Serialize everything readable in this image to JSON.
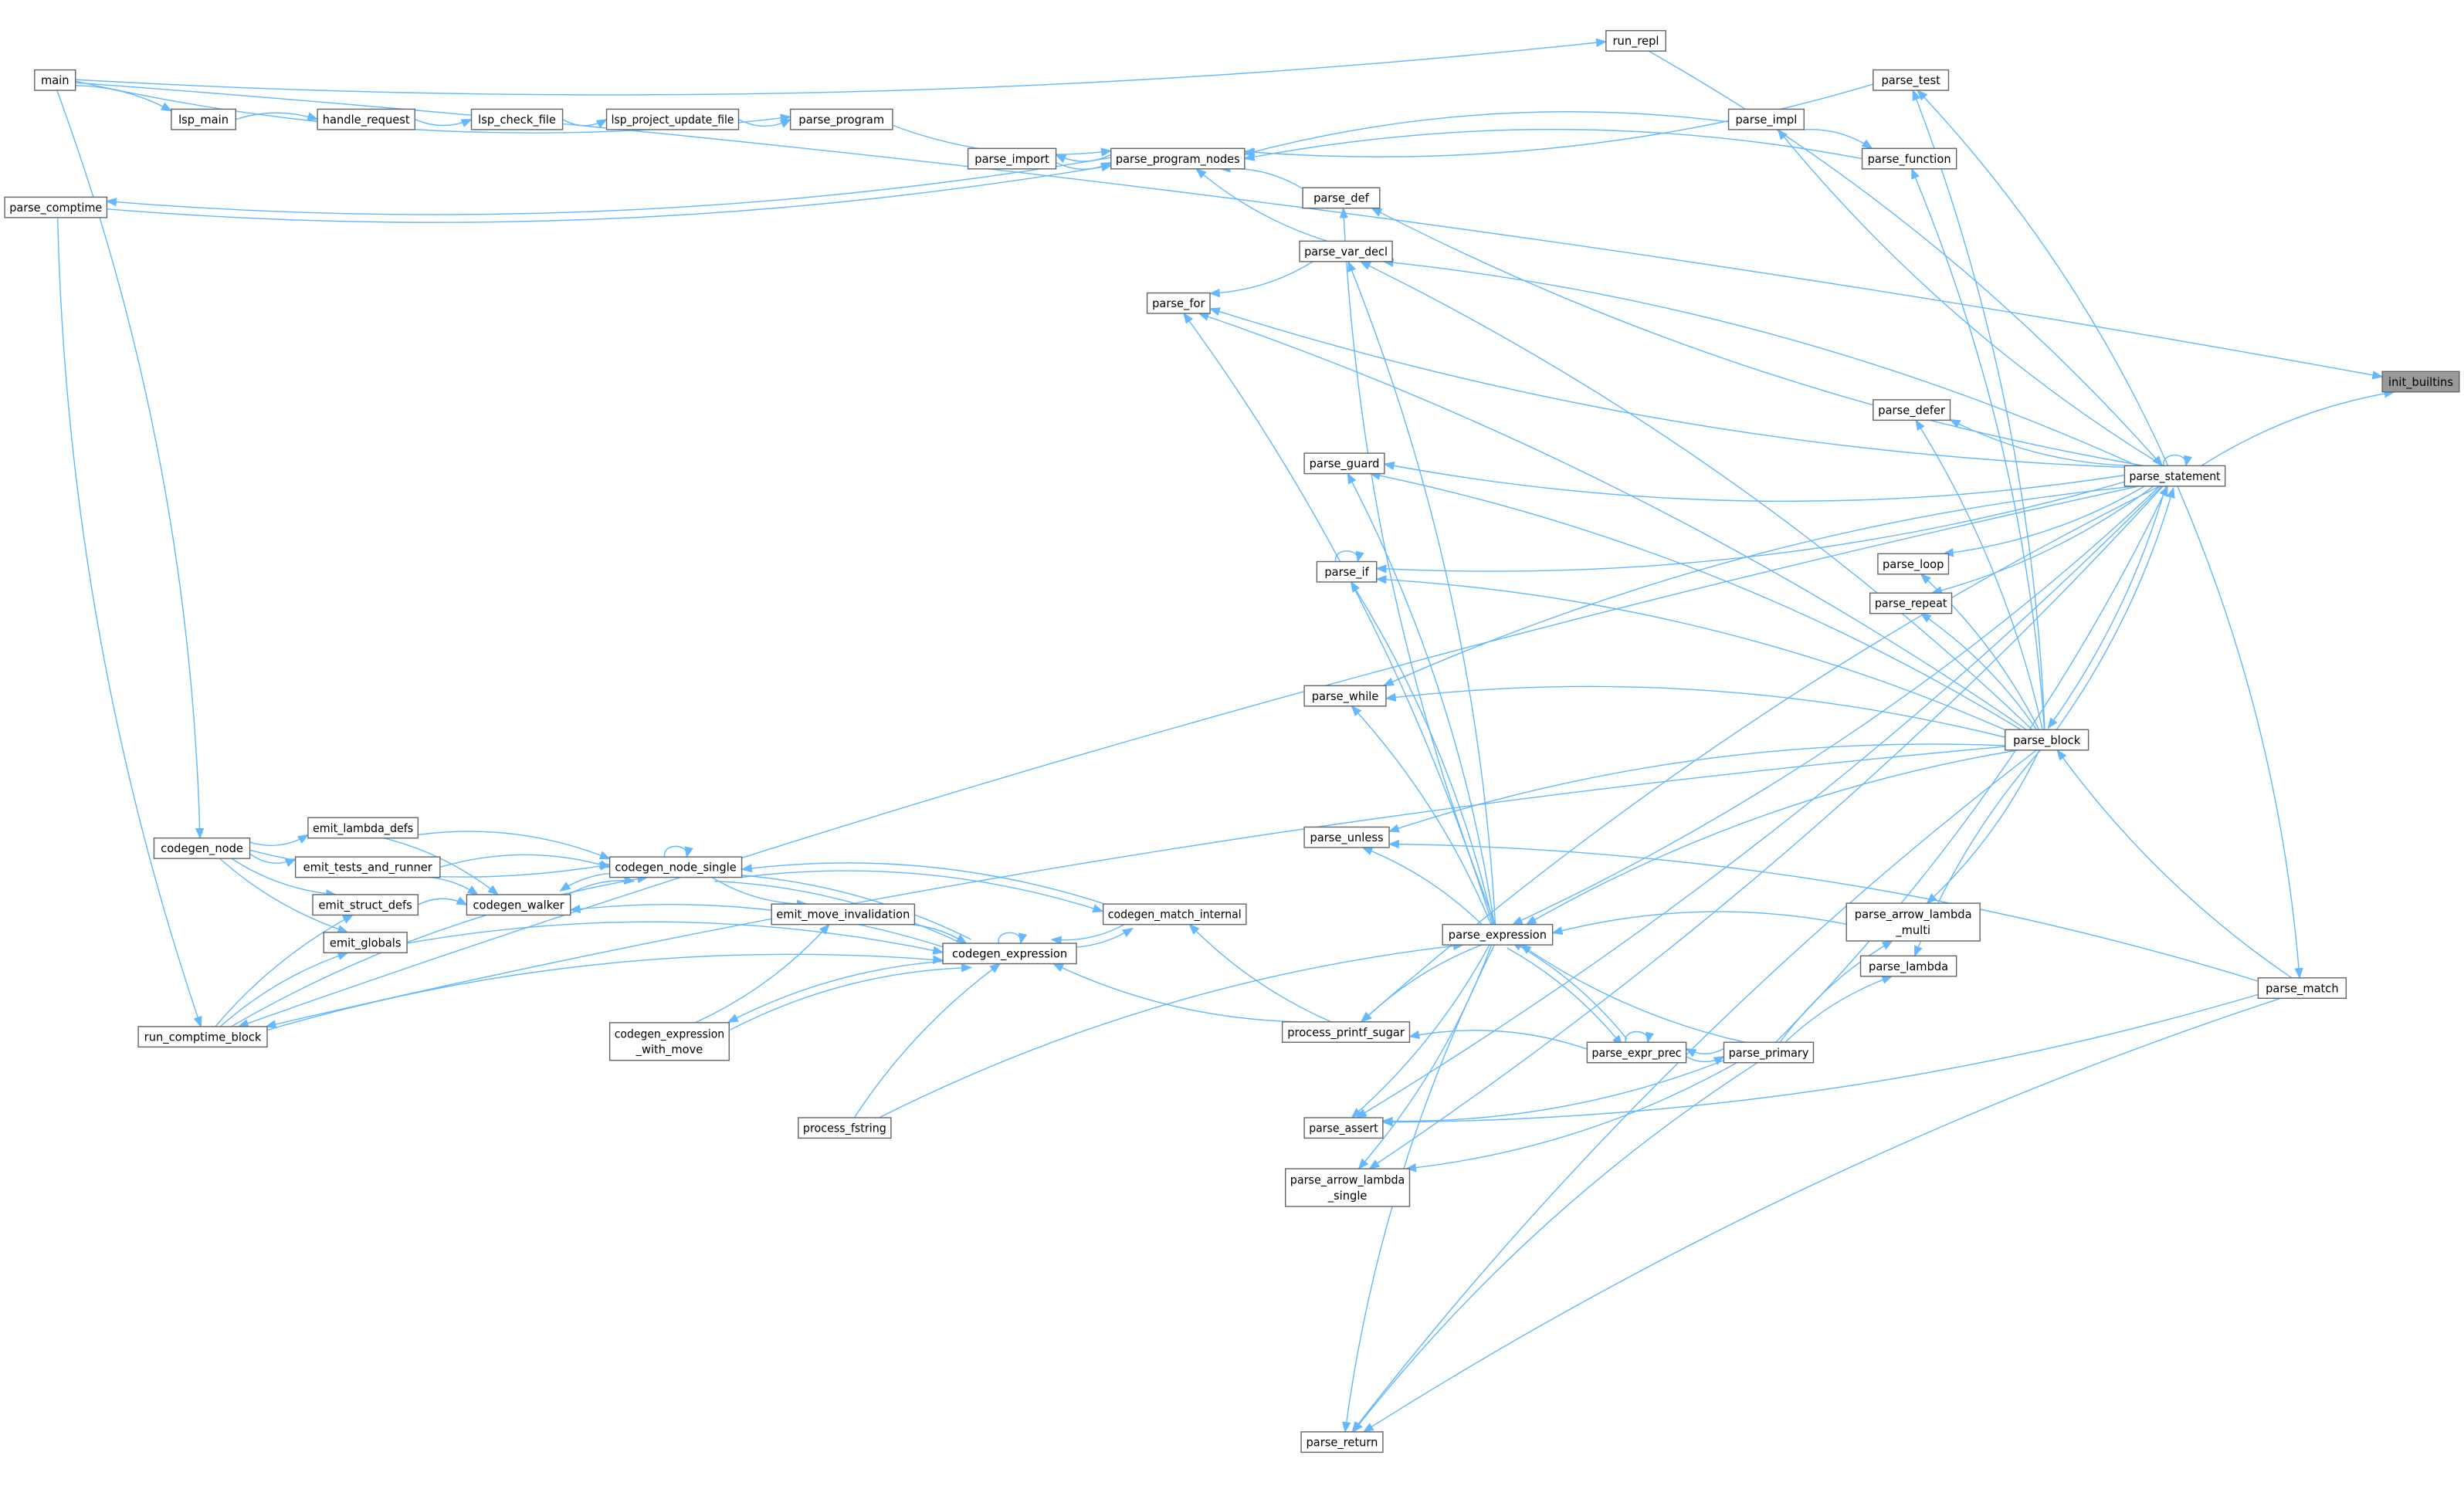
{
  "title": "init_builtins caller graph",
  "colors": {
    "edge": "#63b8ff",
    "node_border": "#666666",
    "root_fill": "#999999",
    "node_fill": "#ffffff"
  },
  "root": "init_builtins",
  "nodes": [
    {
      "id": "main",
      "label": [
        "main"
      ]
    },
    {
      "id": "lsp_main",
      "label": [
        "lsp_main"
      ]
    },
    {
      "id": "handle_request",
      "label": [
        "handle_request"
      ]
    },
    {
      "id": "lsp_check_file",
      "label": [
        "lsp_check_file"
      ]
    },
    {
      "id": "lsp_project_update_file",
      "label": [
        "lsp_project_update_file"
      ]
    },
    {
      "id": "parse_program",
      "label": [
        "parse_program"
      ]
    },
    {
      "id": "run_repl",
      "label": [
        "run_repl"
      ]
    },
    {
      "id": "parse_test",
      "label": [
        "parse_test"
      ]
    },
    {
      "id": "parse_impl",
      "label": [
        "parse_impl"
      ]
    },
    {
      "id": "parse_function",
      "label": [
        "parse_function"
      ]
    },
    {
      "id": "parse_import",
      "label": [
        "parse_import"
      ]
    },
    {
      "id": "parse_program_nodes",
      "label": [
        "parse_program_nodes"
      ]
    },
    {
      "id": "parse_comptime",
      "label": [
        "parse_comptime"
      ]
    },
    {
      "id": "parse_def",
      "label": [
        "parse_def"
      ]
    },
    {
      "id": "parse_var_decl",
      "label": [
        "parse_var_decl"
      ]
    },
    {
      "id": "parse_for",
      "label": [
        "parse_for"
      ]
    },
    {
      "id": "init_builtins",
      "label": [
        "init_builtins"
      ]
    },
    {
      "id": "parse_defer",
      "label": [
        "parse_defer"
      ]
    },
    {
      "id": "parse_statement",
      "label": [
        "parse_statement"
      ]
    },
    {
      "id": "parse_guard",
      "label": [
        "parse_guard"
      ]
    },
    {
      "id": "parse_if",
      "label": [
        "parse_if"
      ]
    },
    {
      "id": "parse_loop",
      "label": [
        "parse_loop"
      ]
    },
    {
      "id": "parse_repeat",
      "label": [
        "parse_repeat"
      ]
    },
    {
      "id": "parse_while",
      "label": [
        "parse_while"
      ]
    },
    {
      "id": "parse_block",
      "label": [
        "parse_block"
      ]
    },
    {
      "id": "parse_unless",
      "label": [
        "parse_unless"
      ]
    },
    {
      "id": "codegen_node",
      "label": [
        "codegen_node"
      ]
    },
    {
      "id": "emit_lambda_defs",
      "label": [
        "emit_lambda_defs"
      ]
    },
    {
      "id": "emit_tests_and_runner",
      "label": [
        "emit_tests_and_runner"
      ]
    },
    {
      "id": "codegen_node_single",
      "label": [
        "codegen_node_single"
      ]
    },
    {
      "id": "emit_struct_defs",
      "label": [
        "emit_struct_defs"
      ]
    },
    {
      "id": "codegen_walker",
      "label": [
        "codegen_walker"
      ]
    },
    {
      "id": "emit_globals",
      "label": [
        "emit_globals"
      ]
    },
    {
      "id": "emit_move_invalidation",
      "label": [
        "emit_move_invalidation"
      ]
    },
    {
      "id": "codegen_match_internal",
      "label": [
        "codegen_match_internal"
      ]
    },
    {
      "id": "codegen_expression",
      "label": [
        "codegen_expression"
      ]
    },
    {
      "id": "parse_expression",
      "label": [
        "parse_expression"
      ]
    },
    {
      "id": "parse_arrow_lambda_multi",
      "label": [
        "parse_arrow_lambda",
        "_multi"
      ]
    },
    {
      "id": "parse_lambda",
      "label": [
        "parse_lambda"
      ]
    },
    {
      "id": "parse_match",
      "label": [
        "parse_match"
      ]
    },
    {
      "id": "run_comptime_block",
      "label": [
        "run_comptime_block"
      ]
    },
    {
      "id": "codegen_expression_with_move",
      "label": [
        "codegen_expression",
        "_with_move"
      ]
    },
    {
      "id": "process_printf_sugar",
      "label": [
        "process_printf_sugar"
      ]
    },
    {
      "id": "parse_expr_prec",
      "label": [
        "parse_expr_prec"
      ]
    },
    {
      "id": "parse_primary",
      "label": [
        "parse_primary"
      ]
    },
    {
      "id": "process_fstring",
      "label": [
        "process_fstring"
      ]
    },
    {
      "id": "parse_assert",
      "label": [
        "parse_assert"
      ]
    },
    {
      "id": "parse_arrow_lambda_single",
      "label": [
        "parse_arrow_lambda",
        "_single"
      ]
    },
    {
      "id": "parse_return",
      "label": [
        "parse_return"
      ]
    }
  ],
  "edges": [
    [
      "main",
      "lsp_main"
    ],
    [
      "main",
      "parse_program"
    ],
    [
      "main",
      "run_repl"
    ],
    [
      "main",
      "init_builtins"
    ],
    [
      "main",
      "codegen_node"
    ],
    [
      "lsp_main",
      "handle_request"
    ],
    [
      "handle_request",
      "lsp_check_file"
    ],
    [
      "lsp_check_file",
      "lsp_project_update_file"
    ],
    [
      "lsp_project_update_file",
      "parse_program"
    ],
    [
      "parse_program",
      "parse_program_nodes"
    ],
    [
      "parse_program_nodes",
      "parse_import"
    ],
    [
      "parse_import",
      "parse_program_nodes"
    ],
    [
      "parse_program_nodes",
      "parse_comptime"
    ],
    [
      "parse_comptime",
      "parse_program_nodes"
    ],
    [
      "parse_test",
      "parse_program_nodes"
    ],
    [
      "parse_impl",
      "parse_program_nodes"
    ],
    [
      "parse_function",
      "parse_program_nodes"
    ],
    [
      "parse_def",
      "parse_program_nodes"
    ],
    [
      "parse_var_decl",
      "parse_program_nodes"
    ],
    [
      "parse_impl",
      "parse_function"
    ],
    [
      "parse_var_decl",
      "parse_for"
    ],
    [
      "run_repl",
      "parse_statement"
    ],
    [
      "parse_statement",
      "parse_test"
    ],
    [
      "parse_statement",
      "parse_impl"
    ],
    [
      "parse_statement",
      "parse_def"
    ],
    [
      "parse_statement",
      "parse_var_decl"
    ],
    [
      "parse_statement",
      "parse_for"
    ],
    [
      "parse_statement",
      "parse_guard"
    ],
    [
      "parse_statement",
      "parse_defer"
    ],
    [
      "parse_statement",
      "parse_if"
    ],
    [
      "parse_statement",
      "parse_loop"
    ],
    [
      "parse_statement",
      "parse_repeat"
    ],
    [
      "parse_statement",
      "parse_while"
    ],
    [
      "parse_statement",
      "parse_statement"
    ],
    [
      "parse_statement",
      "init_builtins"
    ],
    [
      "parse_statement",
      "parse_match"
    ],
    [
      "parse_statement",
      "run_comptime_block"
    ],
    [
      "parse_statement",
      "parse_block"
    ],
    [
      "parse_block",
      "parse_statement"
    ],
    [
      "parse_block",
      "parse_test"
    ],
    [
      "parse_block",
      "parse_function"
    ],
    [
      "parse_block",
      "parse_defer"
    ],
    [
      "parse_block",
      "parse_loop"
    ],
    [
      "parse_block",
      "parse_repeat"
    ],
    [
      "parse_block",
      "parse_if"
    ],
    [
      "parse_block",
      "parse_while"
    ],
    [
      "parse_block",
      "parse_for"
    ],
    [
      "parse_block",
      "parse_guard"
    ],
    [
      "parse_block",
      "parse_var_decl"
    ],
    [
      "parse_block",
      "parse_unless"
    ],
    [
      "parse_block",
      "parse_arrow_lambda_multi"
    ],
    [
      "parse_block",
      "parse_lambda"
    ],
    [
      "parse_block",
      "run_comptime_block"
    ],
    [
      "parse_block",
      "parse_return"
    ],
    [
      "parse_block",
      "parse_expression"
    ],
    [
      "parse_match",
      "parse_block"
    ],
    [
      "parse_match",
      "parse_unless"
    ],
    [
      "parse_match",
      "parse_assert"
    ],
    [
      "parse_match",
      "parse_return"
    ],
    [
      "parse_if",
      "parse_if"
    ],
    [
      "parse_expression",
      "parse_def"
    ],
    [
      "parse_expression",
      "parse_var_decl"
    ],
    [
      "parse_expression",
      "parse_guard"
    ],
    [
      "parse_expression",
      "parse_if"
    ],
    [
      "parse_expression",
      "parse_while"
    ],
    [
      "parse_expression",
      "parse_unless"
    ],
    [
      "parse_expression",
      "parse_for"
    ],
    [
      "parse_expression",
      "process_printf_sugar"
    ],
    [
      "parse_expression",
      "parse_expr_prec"
    ],
    [
      "parse_expr_prec",
      "parse_expression"
    ],
    [
      "parse_expr_prec",
      "parse_expr_prec"
    ],
    [
      "parse_expression",
      "parse_assert"
    ],
    [
      "parse_expression",
      "parse_arrow_lambda_single"
    ],
    [
      "parse_expression",
      "parse_return"
    ],
    [
      "process_fstring",
      "parse_expression"
    ],
    [
      "parse_arrow_lambda_multi",
      "parse_expression"
    ],
    [
      "parse_primary",
      "parse_expression"
    ],
    [
      "parse_statement",
      "parse_expression"
    ],
    [
      "parse_expr_prec",
      "parse_primary"
    ],
    [
      "parse_primary",
      "parse_expr_prec"
    ],
    [
      "parse_expr_prec",
      "process_printf_sugar"
    ],
    [
      "parse_primary",
      "parse_arrow_lambda_multi"
    ],
    [
      "parse_primary",
      "parse_lambda"
    ],
    [
      "parse_primary",
      "parse_assert"
    ],
    [
      "parse_primary",
      "parse_arrow_lambda_single"
    ],
    [
      "parse_primary",
      "parse_return"
    ],
    [
      "parse_primary",
      "parse_statement"
    ],
    [
      "parse_statement",
      "process_printf_sugar"
    ],
    [
      "parse_statement",
      "parse_assert"
    ],
    [
      "parse_statement",
      "parse_arrow_lambda_single"
    ],
    [
      "process_printf_sugar",
      "codegen_match_internal"
    ],
    [
      "process_printf_sugar",
      "codegen_expression"
    ],
    [
      "codegen_node",
      "emit_lambda_defs"
    ],
    [
      "codegen_node",
      "emit_tests_and_runner"
    ],
    [
      "codegen_node",
      "emit_struct_defs"
    ],
    [
      "codegen_node",
      "emit_globals"
    ],
    [
      "codegen_node",
      "codegen_node_single"
    ],
    [
      "emit_lambda_defs",
      "codegen_node_single"
    ],
    [
      "emit_lambda_defs",
      "codegen_walker"
    ],
    [
      "emit_tests_and_runner",
      "codegen_node_single"
    ],
    [
      "emit_tests_and_runner",
      "codegen_walker"
    ],
    [
      "emit_struct_defs",
      "codegen_walker"
    ],
    [
      "codegen_walker",
      "codegen_node_single"
    ],
    [
      "codegen_node_single",
      "codegen_walker"
    ],
    [
      "codegen_node_single",
      "codegen_node_single"
    ],
    [
      "codegen_node_single",
      "emit_move_invalidation"
    ],
    [
      "codegen_node_single",
      "codegen_expression"
    ],
    [
      "codegen_node_single",
      "codegen_match_internal"
    ],
    [
      "emit_move_invalidation",
      "codegen_expression"
    ],
    [
      "codegen_expression",
      "codegen_walker"
    ],
    [
      "codegen_expression",
      "codegen_node_single"
    ],
    [
      "codegen_expression",
      "codegen_match_internal"
    ],
    [
      "codegen_match_internal",
      "codegen_expression"
    ],
    [
      "codegen_match_internal",
      "codegen_node_single"
    ],
    [
      "codegen_expression",
      "codegen_expression"
    ],
    [
      "codegen_expression",
      "codegen_expression_with_move"
    ],
    [
      "codegen_expression_with_move",
      "codegen_expression"
    ],
    [
      "codegen_expression_with_move",
      "emit_move_invalidation"
    ],
    [
      "emit_globals",
      "codegen_expression"
    ],
    [
      "run_comptime_block",
      "emit_struct_defs"
    ],
    [
      "run_comptime_block",
      "emit_globals"
    ],
    [
      "run_comptime_block",
      "codegen_node_single"
    ],
    [
      "run_comptime_block",
      "codegen_expression"
    ],
    [
      "parse_comptime",
      "run_comptime_block"
    ],
    [
      "process_fstring",
      "codegen_expression"
    ]
  ]
}
